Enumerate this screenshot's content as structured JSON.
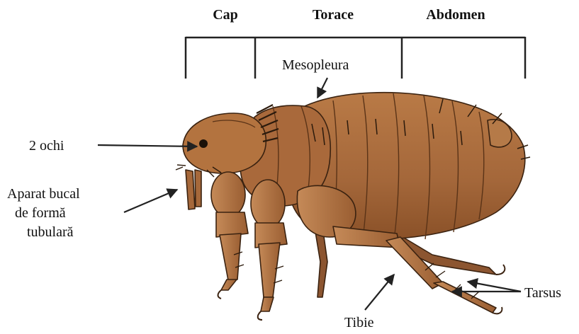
{
  "sections": {
    "cap": "Cap",
    "torace": "Torace",
    "abdomen": "Abdomen"
  },
  "labels": {
    "mesopleura": "Mesopleura",
    "ochi": "2 ochi",
    "aparat_line1": "Aparat bucal",
    "aparat_line2": "de formă",
    "aparat_line3": "tubulară",
    "tarsus": "Tarsus",
    "tibie": "Tibie"
  },
  "colors": {
    "body": "#a86a3c",
    "body_dark": "#7a4620",
    "body_light": "#c98a55",
    "outline": "#3a2210",
    "bristle": "#2b1a0c"
  }
}
